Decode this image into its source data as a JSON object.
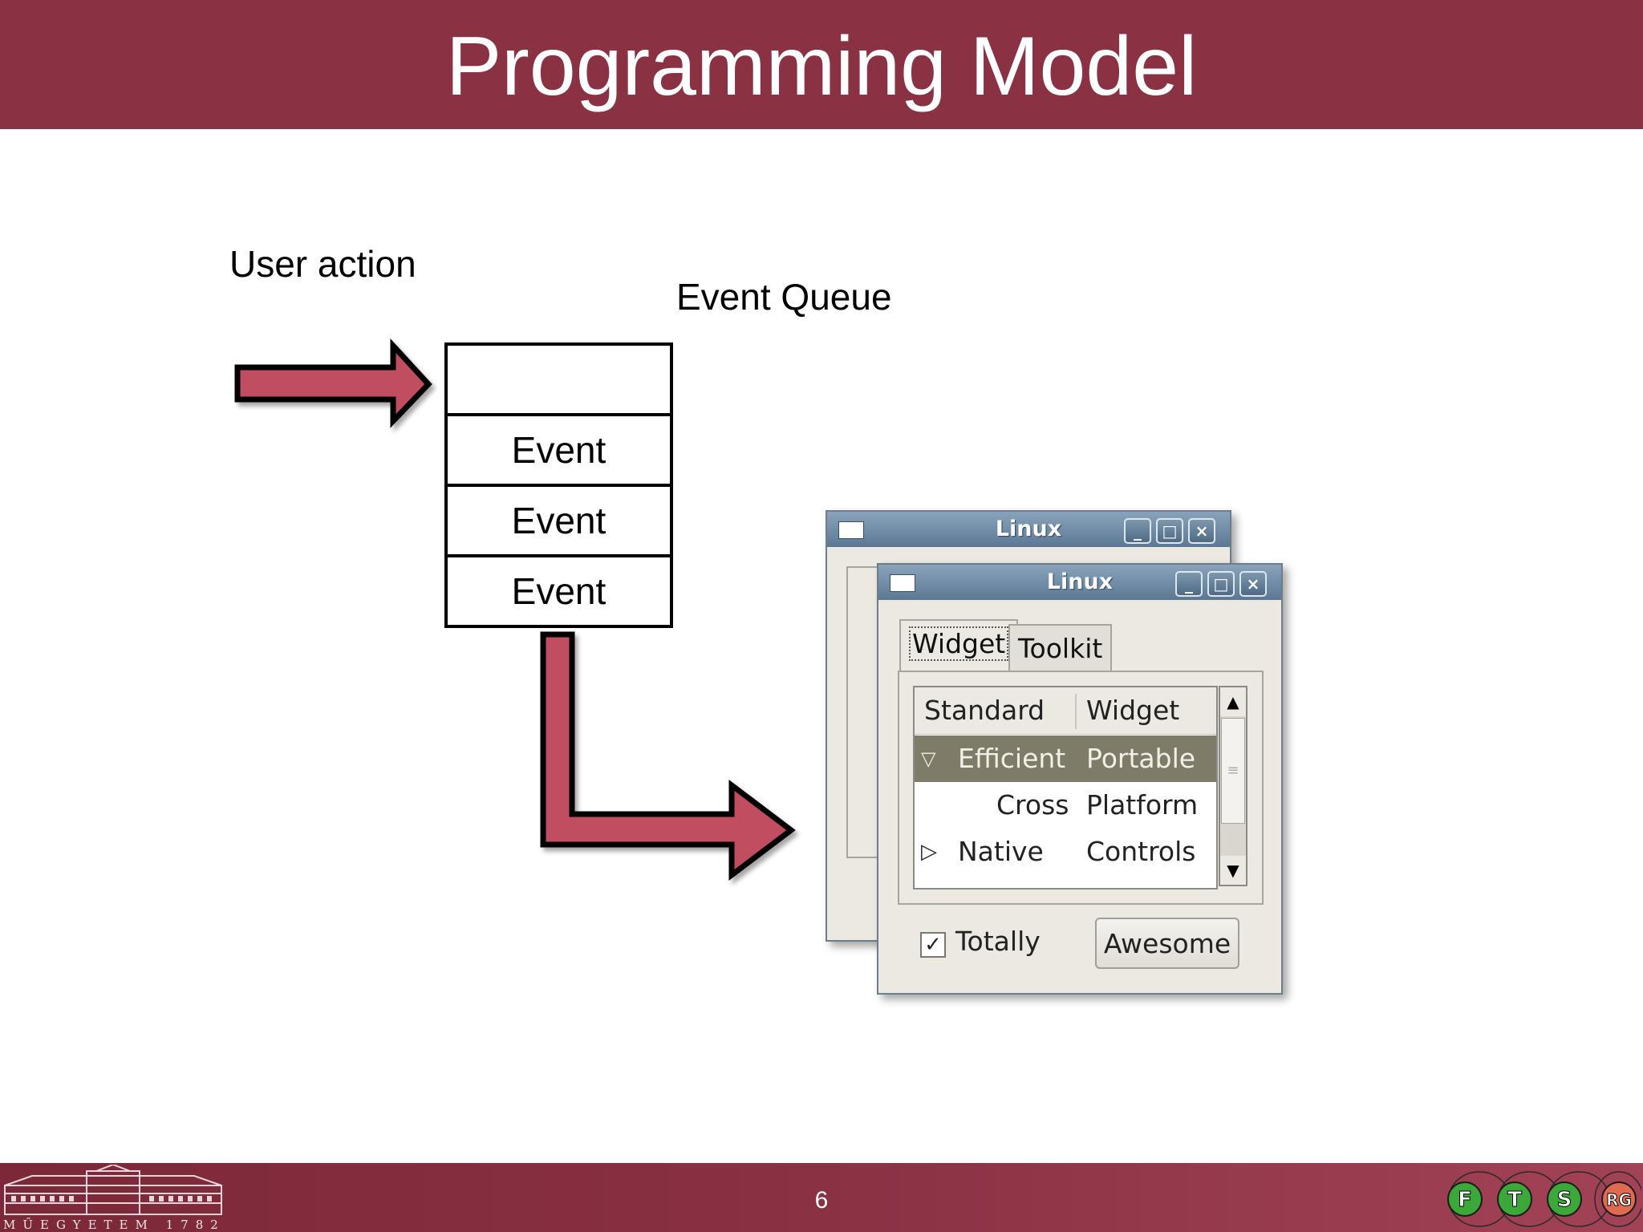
{
  "slide": {
    "title": "Programming Model",
    "page_number": "6"
  },
  "diagram": {
    "user_action_label": "User action",
    "event_queue_label": "Event Queue",
    "queue_cells": [
      "",
      "Event",
      "Event",
      "Event"
    ]
  },
  "back_window": {
    "title": "Linux",
    "controls": [
      "_",
      "□",
      "×"
    ]
  },
  "front_window": {
    "title": "Linux",
    "controls": [
      "_",
      "□",
      "×"
    ],
    "tabs": [
      "Widget",
      "Toolkit"
    ],
    "list": {
      "headers": [
        "Standard",
        "Widget"
      ],
      "rows": [
        {
          "expander": "▽",
          "col1": "Efficient",
          "col2": "Portable",
          "selected": true
        },
        {
          "expander": "",
          "col1": "Cross",
          "col2": "Platform",
          "selected": false
        },
        {
          "expander": "▷",
          "col1": "Native",
          "col2": "Controls",
          "selected": false
        }
      ]
    },
    "checkbox": {
      "label": "Totally",
      "checked_glyph": "✓"
    },
    "button_label": "Awesome",
    "scroll_up": "▲",
    "scroll_down": "▼"
  },
  "footer": {
    "left_logo_text": "MŰEGYETEM 1782",
    "right_logo_letters": [
      "F",
      "T",
      "S",
      "RG"
    ]
  },
  "colors": {
    "header": "#8a3144",
    "arrow_fill": "#c04d60",
    "selection": "#7e7b68",
    "titlebar": "#5b7893"
  },
  "icons": [
    "window-menu-icon",
    "minimize-icon",
    "maximize-icon",
    "close-icon",
    "expander-open-icon",
    "expander-closed-icon",
    "checkbox-check-icon",
    "scroll-up-icon",
    "scroll-down-icon"
  ]
}
